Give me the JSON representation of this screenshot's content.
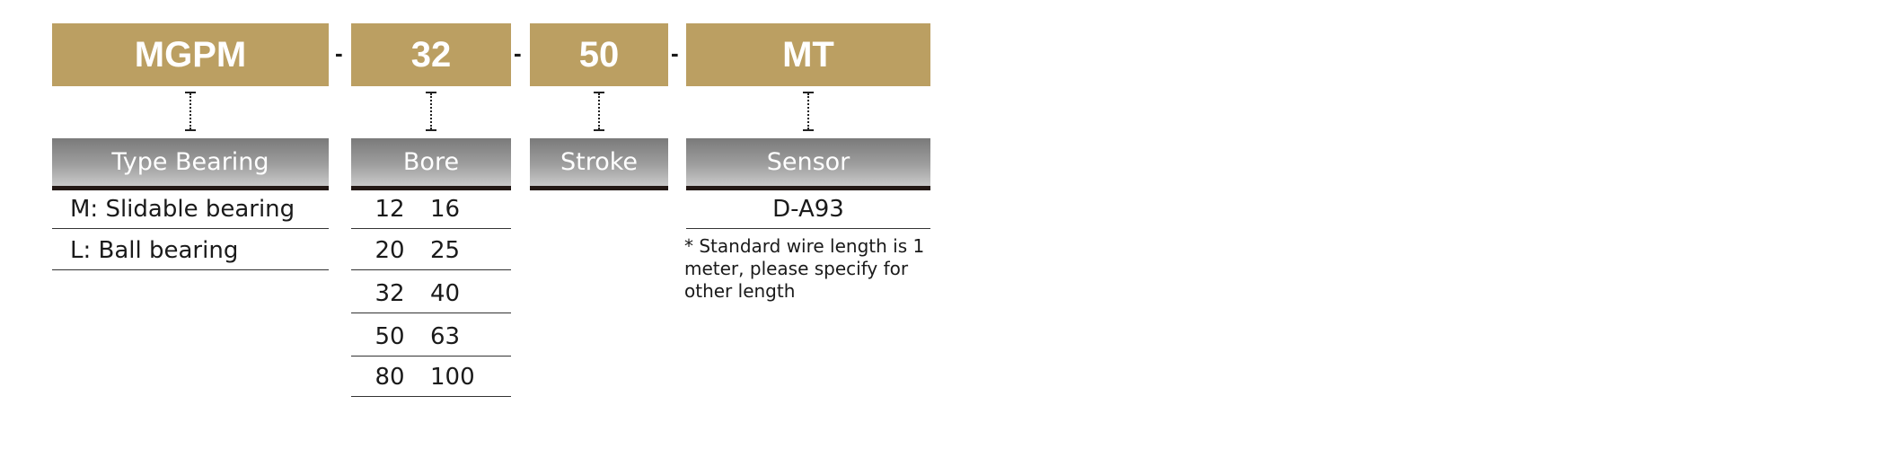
{
  "code": {
    "parts": [
      "MGPM",
      "32",
      "50",
      "MT"
    ],
    "separator": "-"
  },
  "sections": {
    "type_bearing": {
      "header": "Type Bearing",
      "rows": [
        "M: Slidable bearing",
        "L: Ball bearing"
      ]
    },
    "bore": {
      "header": "Bore",
      "rows": [
        [
          "12",
          "16"
        ],
        [
          "20",
          "25"
        ],
        [
          "32",
          "40"
        ],
        [
          "50",
          "63"
        ],
        [
          "80",
          "100"
        ]
      ]
    },
    "stroke": {
      "header": "Stroke"
    },
    "sensor": {
      "header": "Sensor",
      "rows": [
        "D-A93"
      ],
      "note": "* Standard wire length is 1 meter, please specify for other length"
    }
  },
  "colors": {
    "code_box": "#bb9f62",
    "header_dark": "#7a7a7a",
    "header_light": "#c9c9c9",
    "rule": "#231815"
  }
}
